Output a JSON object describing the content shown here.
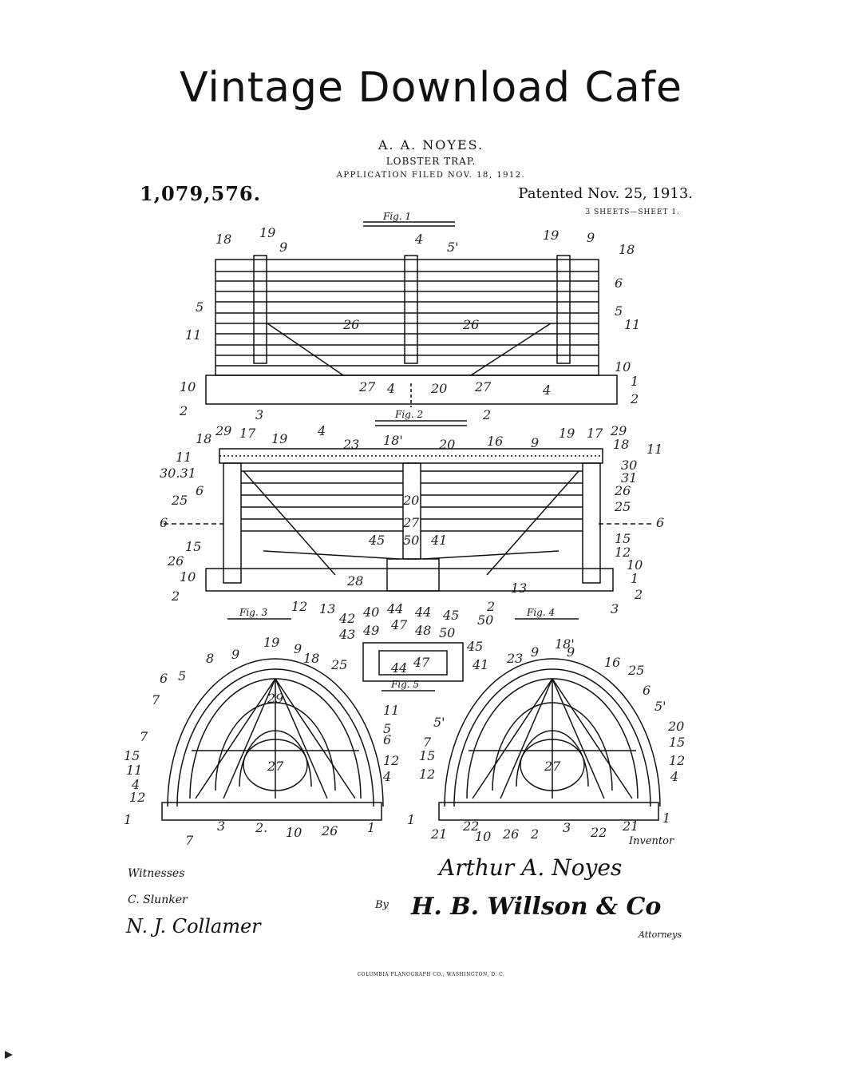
{
  "watermark": "Vintage Download Cafe",
  "patent": {
    "inventor": "A. A. NOYES.",
    "title": "LOBSTER TRAP.",
    "filed": "APPLICATION FILED NOV. 18, 1912.",
    "number": "1,079,576.",
    "patented": "Patented Nov. 25, 1913.",
    "sheets": "3 SHEETS—SHEET 1."
  },
  "figures": {
    "fig1": "Fig. 1",
    "fig2": "Fig. 2",
    "fig3": "Fig. 3",
    "fig4": "Fig. 4",
    "fig5": "Fig. 5"
  },
  "signatures": {
    "witnesses_label": "Witnesses",
    "witness_1": "C. Slunker",
    "witness_2": "N. J. Collamer",
    "inventor_label": "Inventor",
    "inventor_signature": "Arthur A. Noyes",
    "by_label": "By",
    "attorney_signature": "H. B. Willson & Co",
    "attorneys_label": "Attorneys"
  },
  "printer": "COLUMBIA PLANOGRAPH CO., WASHINGTON, D. C."
}
